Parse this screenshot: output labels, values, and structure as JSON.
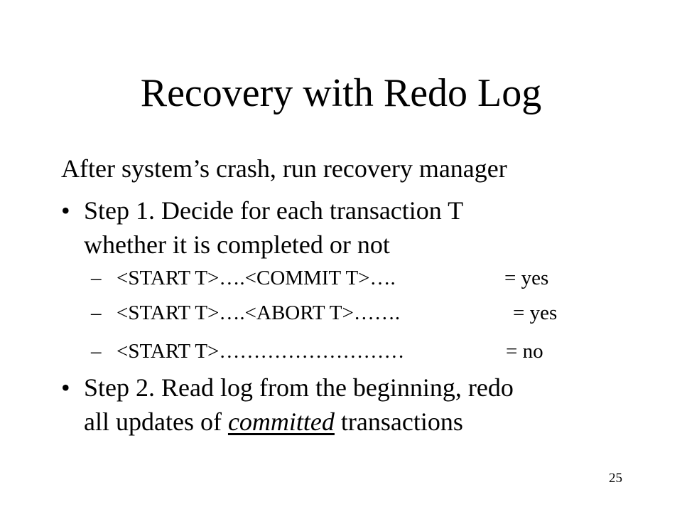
{
  "slide": {
    "title": "Recovery with Redo Log",
    "intro": "After system’s crash, run recovery manager",
    "bullets": [
      {
        "mark": "•",
        "line1": "Step 1. Decide for each transaction T",
        "line2": "whether it is completed or not"
      },
      {
        "mark": "•",
        "line1": "Step 2. Read log from the beginning, redo",
        "line2_before": "all updates of ",
        "line2_emph": "committed",
        "line2_after": " transactions"
      }
    ],
    "subitems": [
      {
        "dash": "–",
        "pattern": "<START T>….<COMMIT T>….",
        "verdict": "= yes"
      },
      {
        "dash": "–",
        "pattern": "<START T>….<ABORT T>…….",
        "verdict": "= yes"
      },
      {
        "dash": "–",
        "pattern": "<START T>………………………",
        "verdict": "= no"
      }
    ],
    "page_number": "25"
  }
}
